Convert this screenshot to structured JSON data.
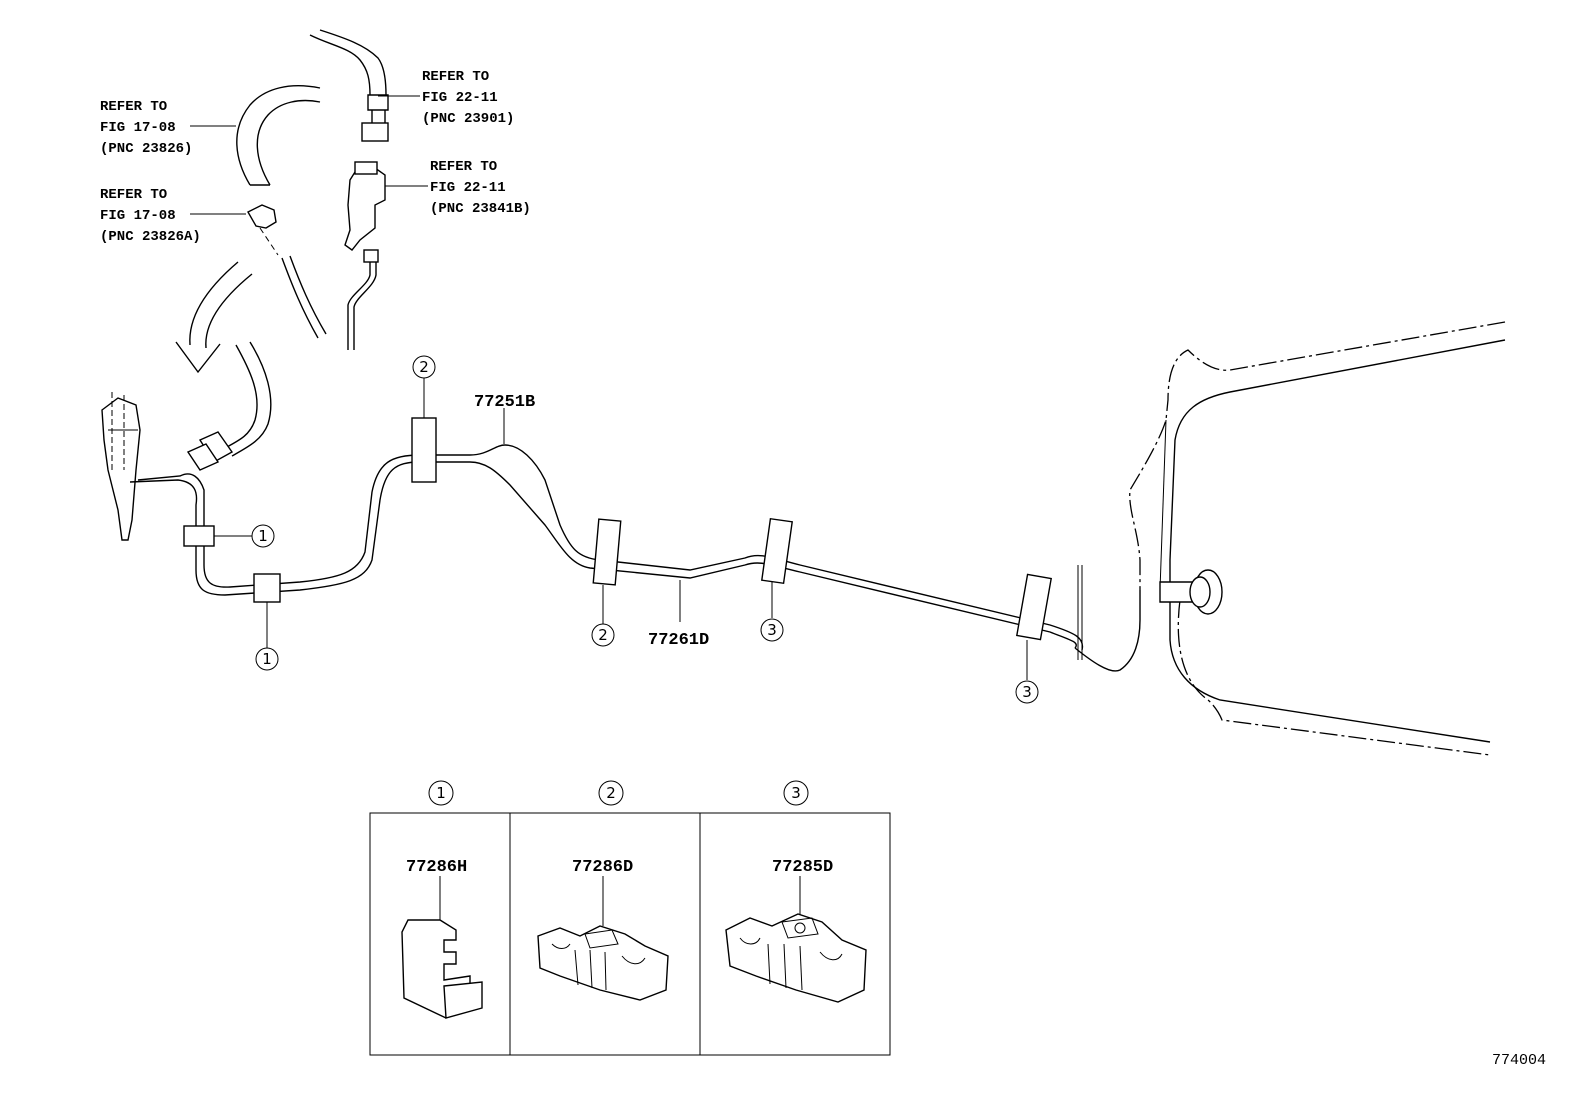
{
  "references": [
    {
      "line1": "REFER TO",
      "line2": "FIG 17-08",
      "line3": "(PNC 23826)"
    },
    {
      "line1": "REFER TO",
      "line2": "FIG 17-08",
      "line3": "(PNC 23826A)"
    },
    {
      "line1": "REFER TO",
      "line2": "FIG 22-11",
      "line3": "(PNC 23901)"
    },
    {
      "line1": "REFER TO",
      "line2": "FIG 22-11",
      "line3": "(PNC 23841B)"
    }
  ],
  "part_numbers": {
    "upper_tube": "77251B",
    "lower_tube": "77261D"
  },
  "clamp_callouts": {
    "c1": "1",
    "c2": "2",
    "c3": "3"
  },
  "legend": [
    {
      "index": "1",
      "part": "77286H"
    },
    {
      "index": "2",
      "part": "77286D"
    },
    {
      "index": "3",
      "part": "77285D"
    }
  ],
  "figure_id": "774004"
}
